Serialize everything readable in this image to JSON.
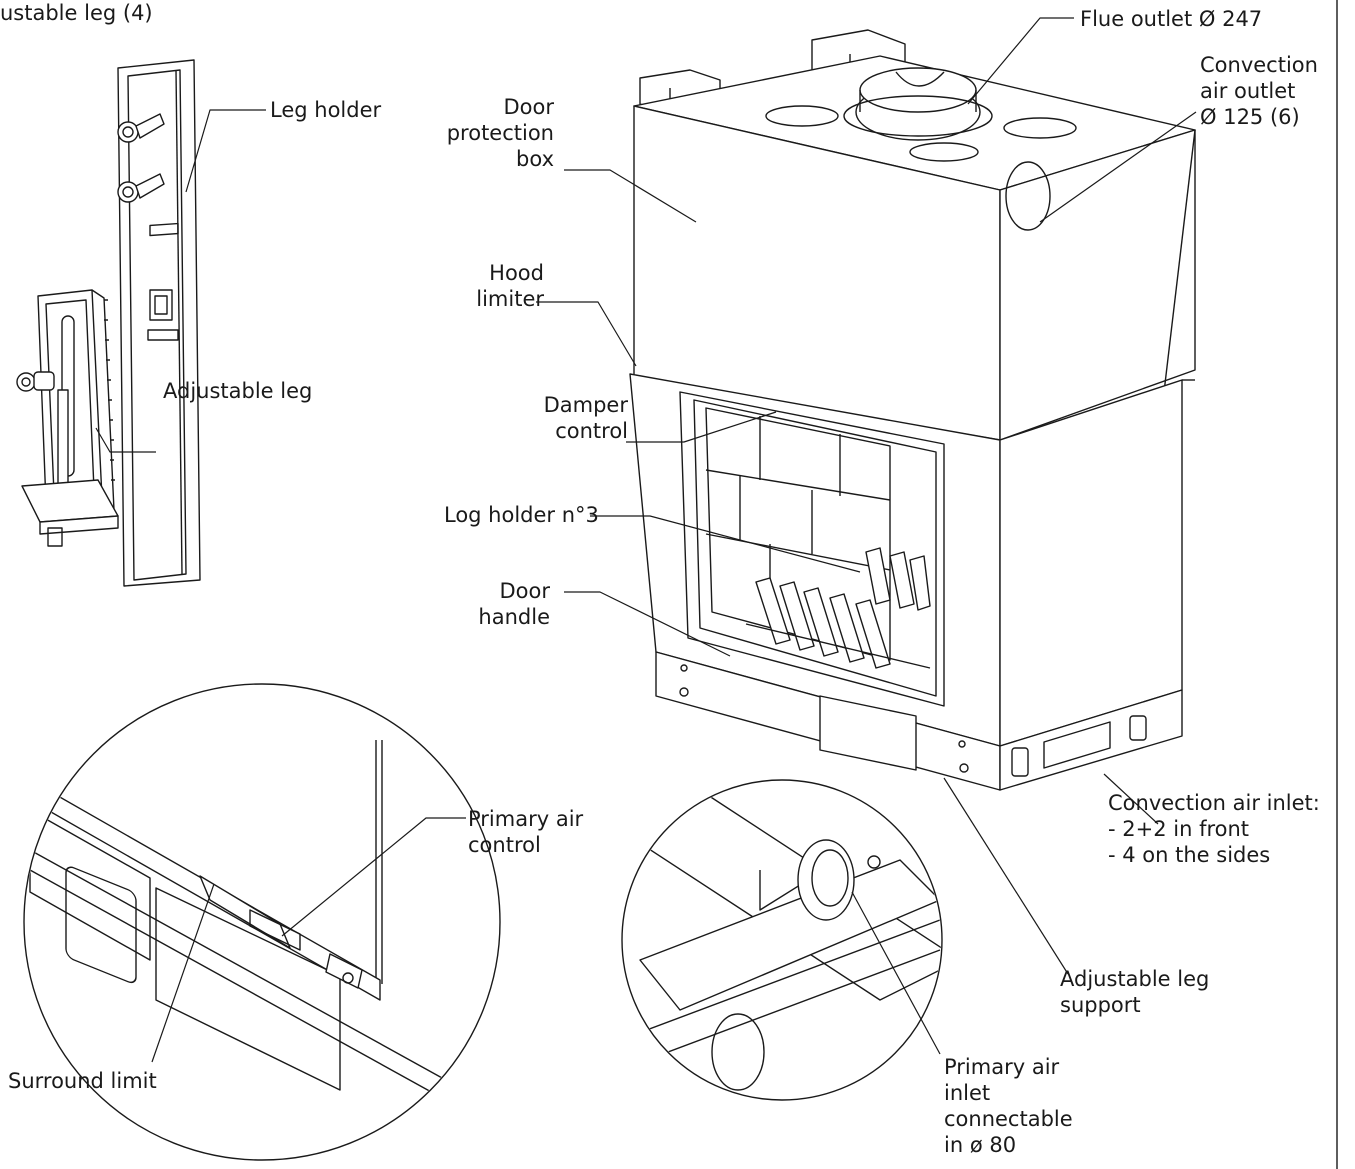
{
  "labels": {
    "adjustable_leg_count": "ustable leg (4)",
    "leg_holder": "Leg holder",
    "adjustable_leg": "Adjustable leg",
    "door_protection_box": "Door\nprotection\nbox",
    "hood_limiter": "Hood\nlimiter",
    "damper_control": "Damper\ncontrol",
    "log_holder": "Log holder n°3",
    "door_handle": "Door\nhandle",
    "flue_outlet": "Flue outlet Ø 247",
    "convection_air_outlet": "Convection\nair outlet\nØ 125 (6)",
    "convection_air_inlet": "Convection air inlet:\n- 2+2 in front\n- 4 on the sides",
    "adjustable_leg_support": "Adjustable leg\nsupport",
    "primary_air_control": "Primary air\ncontrol",
    "surround_limit": "Surround limit",
    "primary_air_inlet": "Primary air\ninlet\nconnectable\nin ø 80"
  },
  "colors": {
    "line": "#1a1a1a",
    "panel": "#ffffff"
  }
}
